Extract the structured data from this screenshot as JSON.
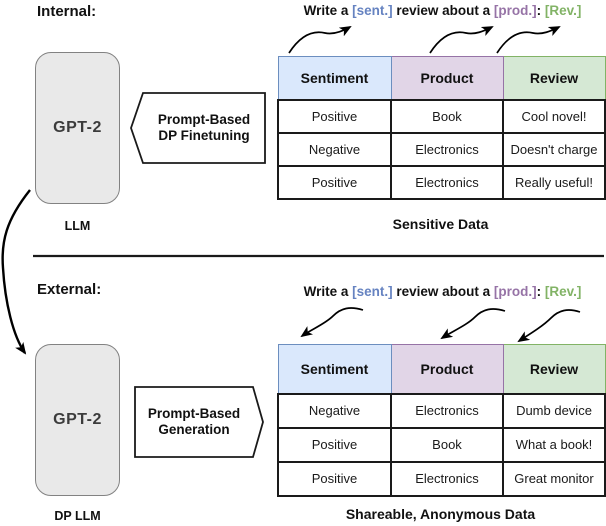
{
  "internal": {
    "section_label": "Internal:",
    "model": {
      "name": "GPT-2",
      "caption": "LLM"
    },
    "process": {
      "line1": "Prompt-Based",
      "line2": "DP Finetuning"
    },
    "prompt": {
      "part1": "Write a ",
      "sent": "[sent.]",
      "part2": " review about a ",
      "prod": "[prod.]",
      "colon": ": ",
      "rev": "[Rev.]"
    },
    "table": {
      "headers": [
        "Sentiment",
        "Product",
        "Review"
      ],
      "rows": [
        [
          "Positive",
          "Book",
          "Cool novel!"
        ],
        [
          "Negative",
          "Electronics",
          "Doesn't charge"
        ],
        [
          "Positive",
          "Electronics",
          "Really useful!"
        ]
      ],
      "caption": "Sensitive Data"
    }
  },
  "external": {
    "section_label": "External:",
    "model": {
      "name": "GPT-2",
      "caption": "DP LLM"
    },
    "process": {
      "line1": "Prompt-Based",
      "line2": "Generation"
    },
    "prompt": {
      "part1": "Write a ",
      "sent": "[sent.]",
      "part2": " review about a ",
      "prod": "[prod.]",
      "colon": ": ",
      "rev": "[Rev.]"
    },
    "table": {
      "headers": [
        "Sentiment",
        "Product",
        "Review"
      ],
      "rows": [
        [
          "Negative",
          "Electronics",
          "Dumb device"
        ],
        [
          "Positive",
          "Book",
          "What a book!"
        ],
        [
          "Positive",
          "Electronics",
          "Great monitor"
        ]
      ],
      "caption": "Shareable, Anonymous Data"
    }
  },
  "colors": {
    "sent_text": "#6683c1",
    "prod_text": "#9673a6",
    "rev_text": "#82b366",
    "sentiment_header_bg": "#dae8fc",
    "sentiment_header_border": "#6c8ebf",
    "product_header_bg": "#e1d5e7",
    "product_header_border": "#9673a6",
    "review_header_bg": "#d5e8d4",
    "review_header_border": "#82b366",
    "model_box_bg": "#e9e9e9",
    "model_box_border": "#828282",
    "line_color": "#1a1a1a"
  }
}
